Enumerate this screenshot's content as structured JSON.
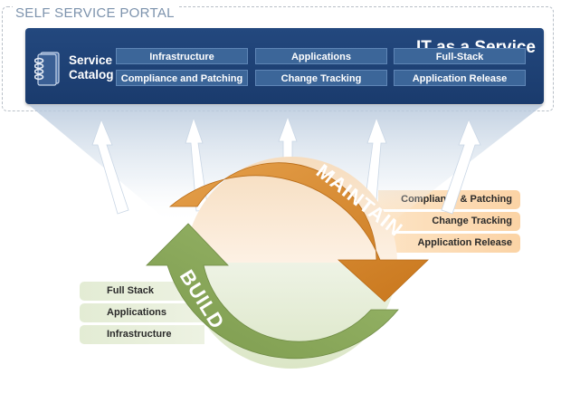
{
  "portal": {
    "label": "SELF SERVICE PORTAL"
  },
  "panel": {
    "title": "IT as a Service",
    "catalog_label_line1": "Service",
    "catalog_label_line2": "Catalog",
    "buttons": [
      "Infrastructure",
      "Applications",
      "Full-Stack",
      "Compliance and Patching",
      "Change Tracking",
      "Application Release"
    ]
  },
  "cycle": {
    "maintain_label": "MAINTAIN",
    "build_label": "BUILD",
    "maintain_items": [
      "Compliance & Patching",
      "Change Tracking",
      "Application Release"
    ],
    "build_items": [
      "Full Stack",
      "Applications",
      "Infrastructure"
    ]
  },
  "colors": {
    "panel_blue": "#1f4478",
    "maintain_orange": "#d8892c",
    "build_green": "#86a559"
  }
}
